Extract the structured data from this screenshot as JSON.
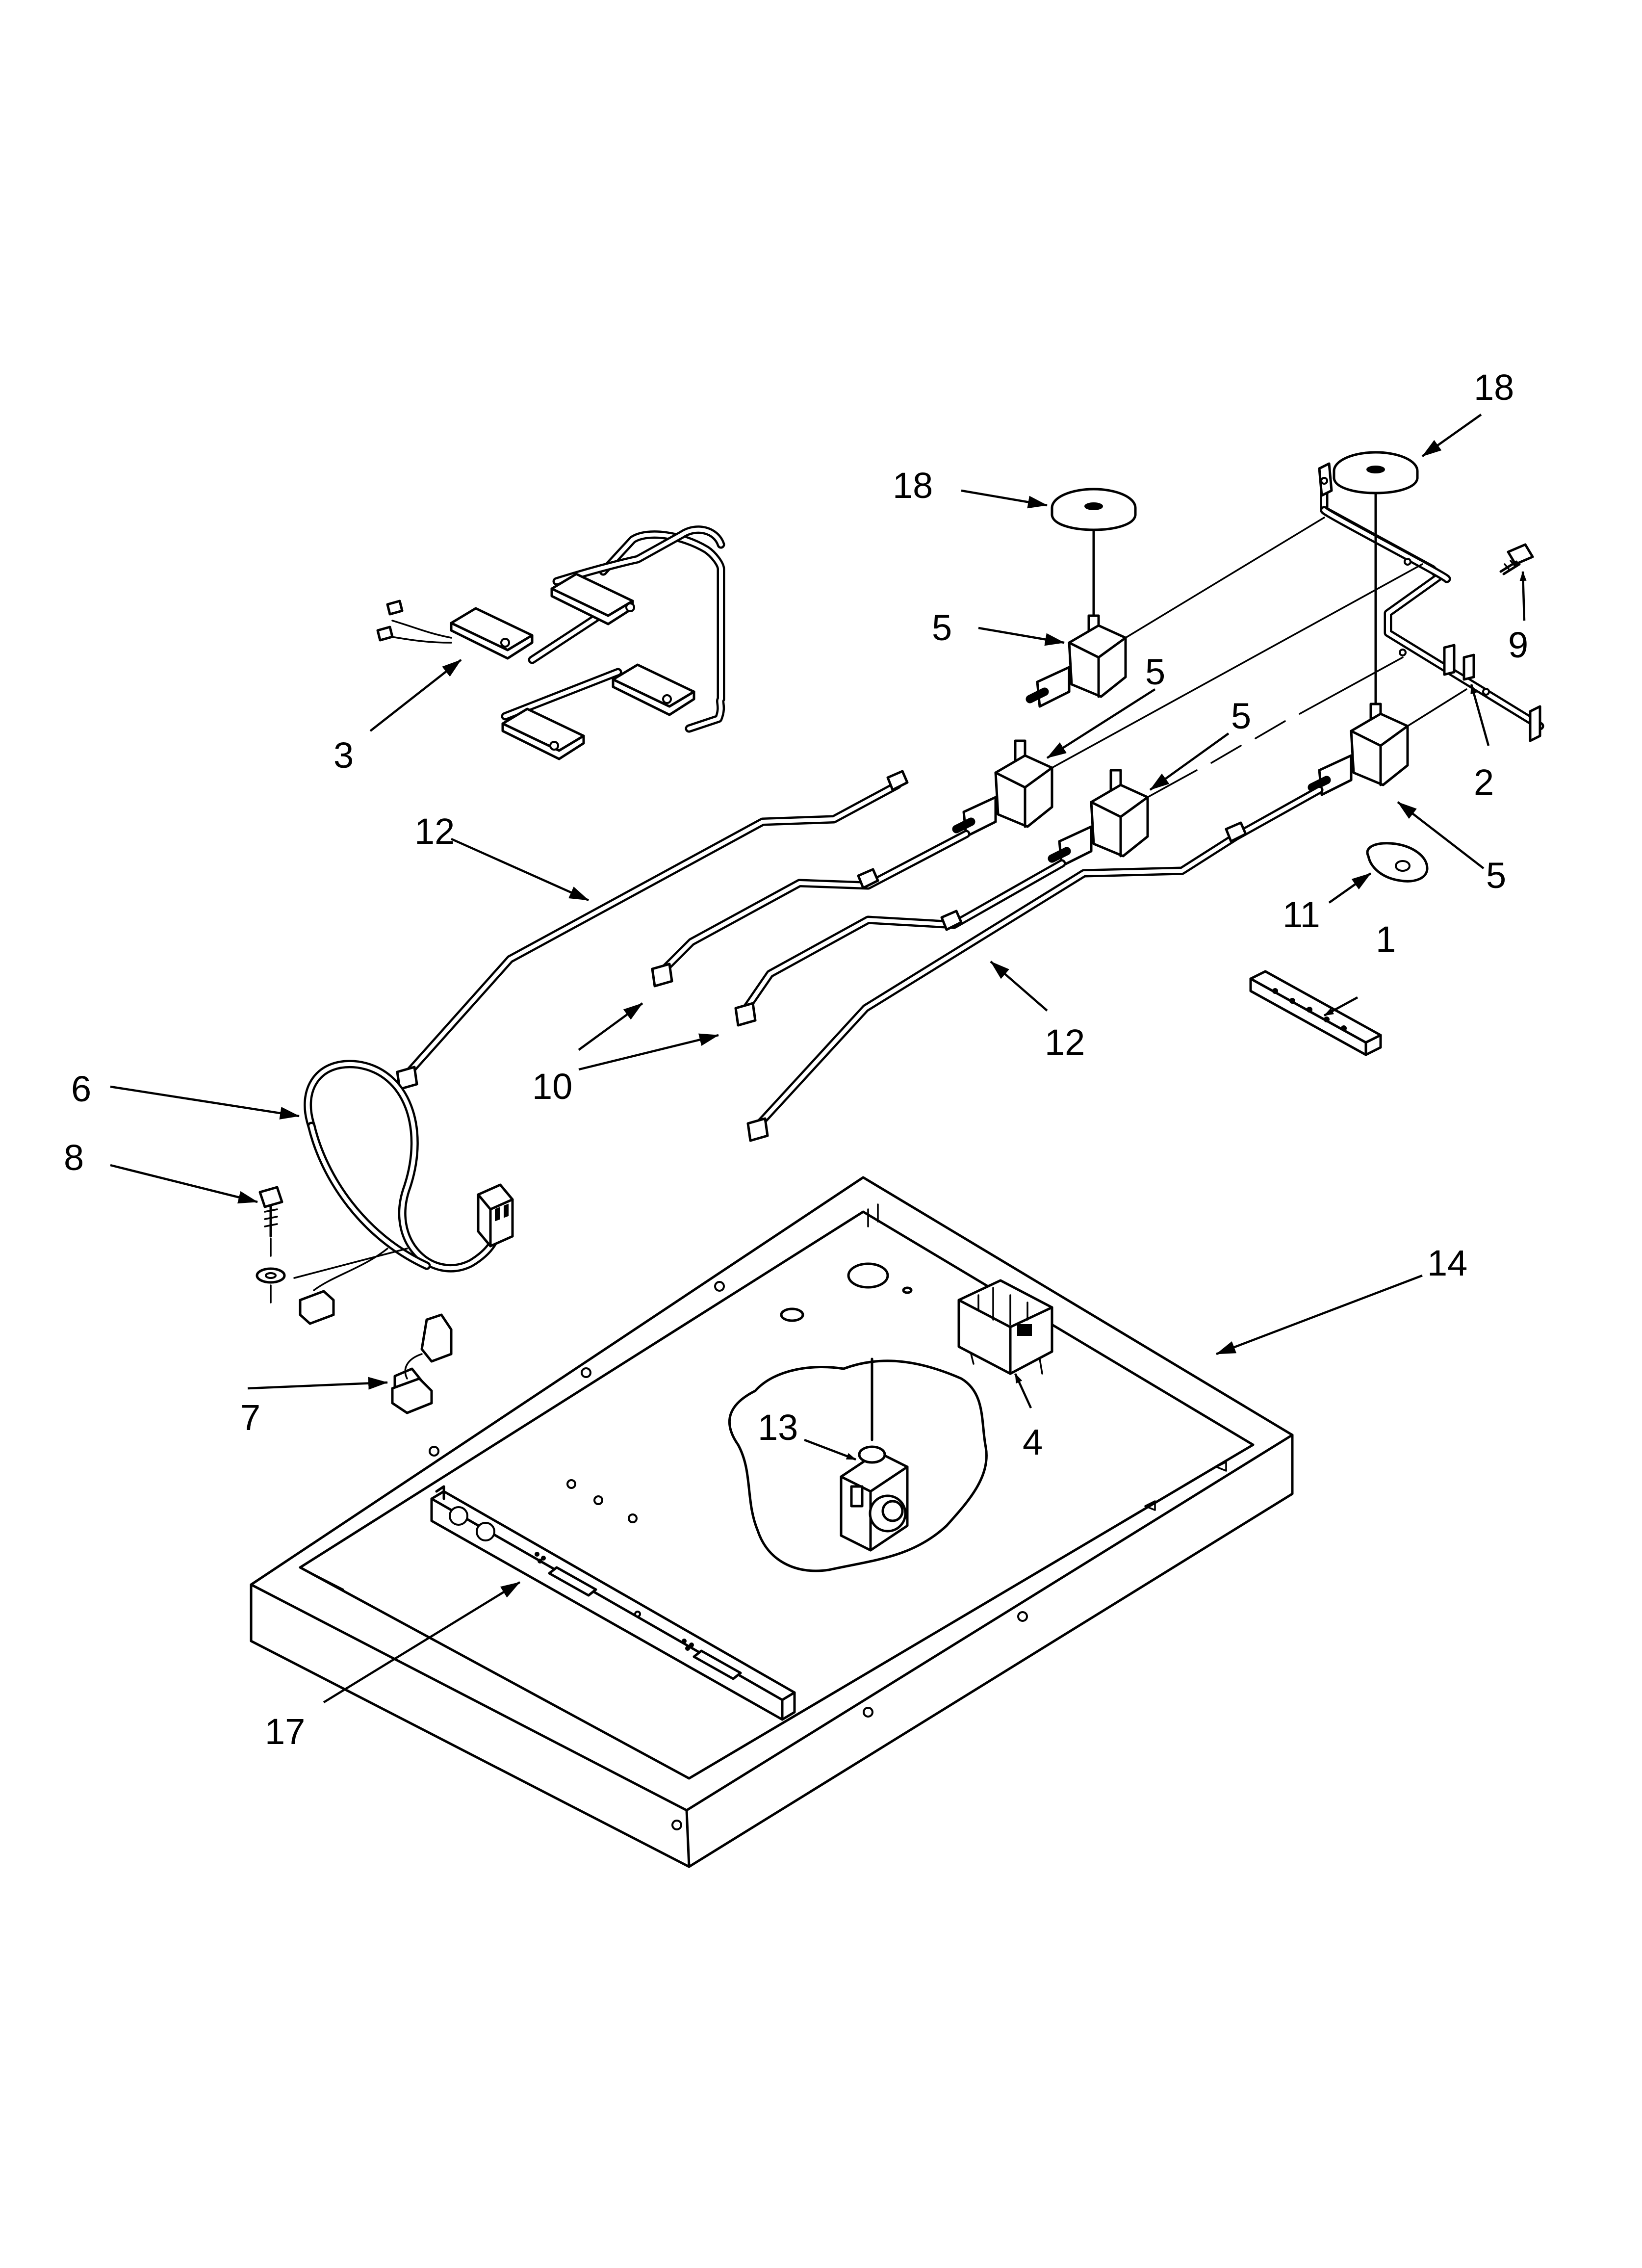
{
  "callouts": [
    {
      "id": "c1",
      "text": "1"
    },
    {
      "id": "c2",
      "text": "2"
    },
    {
      "id": "c3",
      "text": "3"
    },
    {
      "id": "c4",
      "text": "4"
    },
    {
      "id": "c5a",
      "text": "5"
    },
    {
      "id": "c5b",
      "text": "5"
    },
    {
      "id": "c5c",
      "text": "5"
    },
    {
      "id": "c5d",
      "text": "5"
    },
    {
      "id": "c6",
      "text": "6"
    },
    {
      "id": "c7",
      "text": "7"
    },
    {
      "id": "c8",
      "text": "8"
    },
    {
      "id": "c9",
      "text": "9"
    },
    {
      "id": "c10",
      "text": "10"
    },
    {
      "id": "c11",
      "text": "11"
    },
    {
      "id": "c12a",
      "text": "12"
    },
    {
      "id": "c12b",
      "text": "12"
    },
    {
      "id": "c13",
      "text": "13"
    },
    {
      "id": "c14",
      "text": "14"
    },
    {
      "id": "c17",
      "text": "17"
    },
    {
      "id": "c18a",
      "text": "18"
    },
    {
      "id": "c18b",
      "text": "18"
    }
  ]
}
